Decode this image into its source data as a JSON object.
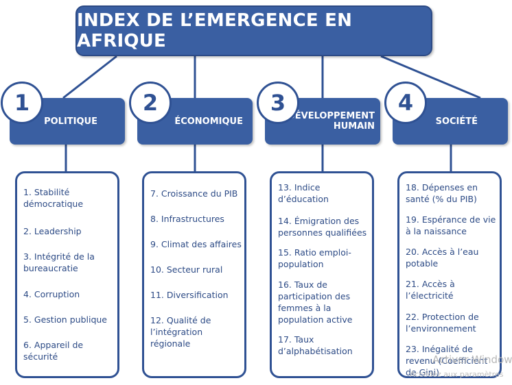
{
  "title": "INDEX DE L’EMERGENCE EN AFRIQUE",
  "colors": {
    "primary": "#3a5fa2",
    "text": "#2c4a85",
    "border": "#2f5193",
    "background": "#ffffff"
  },
  "categories": [
    {
      "number": "1",
      "label": "POLITIQUE",
      "items": [
        "1. Stabilité démocratique",
        "2. Leadership",
        "3. Intégrité de la bureaucratie",
        "4. Corruption",
        "5. Gestion publique",
        "6. Appareil de sécurité"
      ]
    },
    {
      "number": "2",
      "label": "ÉCONOMIQUE",
      "items": [
        "7. Croissance du PIB",
        "8. Infrastructures",
        "9. Climat des affaires",
        "10. Secteur rural",
        "11. Diversification",
        "12. Qualité de l’intégration régionale"
      ]
    },
    {
      "number": "3",
      "label": "DÉVELOPPEMENT HUMAIN",
      "items": [
        "13. Indice d’éducation",
        "14. Émigration des personnes qualifiées",
        "15. Ratio emploi-population",
        "16. Taux de participation des femmes à la population active",
        "17. Taux d’alphabétisation"
      ]
    },
    {
      "number": "4",
      "label": "SOCIÉTÉ",
      "items": [
        "18. Dépenses en santé (% du PIB)",
        "19. Espérance de vie à la naissance",
        "20. Accès à l’eau potable",
        "21. Accès à l’électricité",
        "22. Protection de l’environnement",
        "23. Inégalité de revenu (Coefficient de Gini)"
      ]
    }
  ],
  "watermark": {
    "line1": "Activer Windows",
    "line2": "Accédez aux paramètres"
  }
}
